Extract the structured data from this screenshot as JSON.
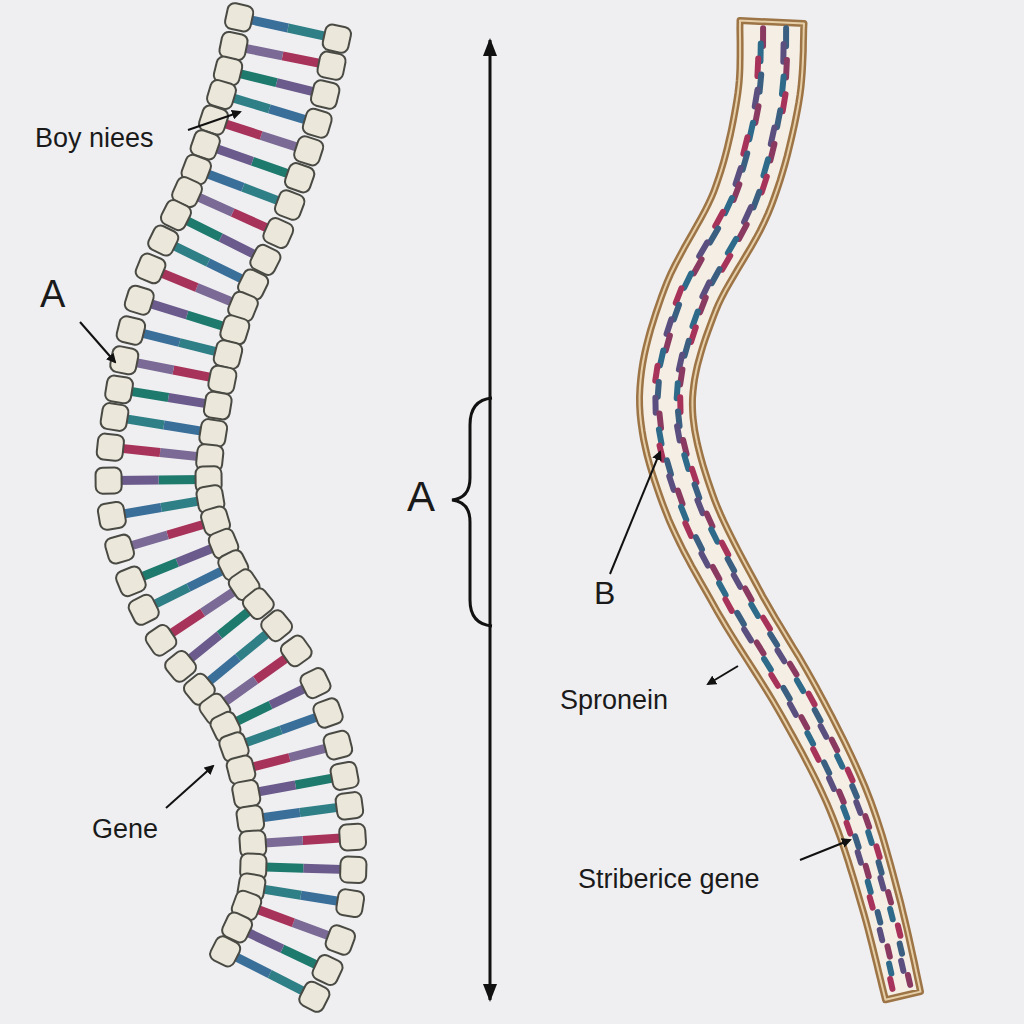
{
  "diagram": {
    "labels": [
      "Boy niees",
      "A",
      "A",
      "B",
      "Spronein",
      "Gene",
      "Striberice gene"
    ]
  }
}
